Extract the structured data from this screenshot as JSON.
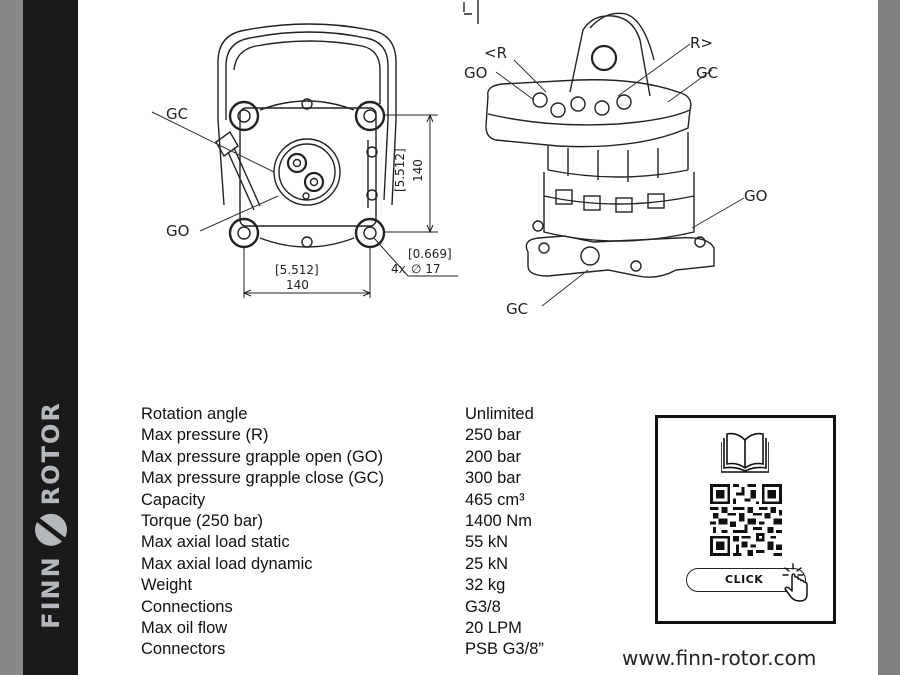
{
  "brand": {
    "name_left": "FINN",
    "name_right": "ROTOR"
  },
  "drawing": {
    "top_view": {
      "labels": {
        "gc": "GC",
        "go": "GO"
      },
      "dimensions": {
        "vertical_in": "[5.512]",
        "vertical_mm": "140",
        "horizontal_in": "[5.512]",
        "horizontal_mm": "140",
        "hole_in": "[0.669]",
        "hole_count": "4x",
        "hole_mm": "∅ 17"
      }
    },
    "iso_view": {
      "labels": {
        "r_left": "<R",
        "r_right": "R>",
        "go_top": "GO",
        "gc_top": "GC",
        "go_side": "GO",
        "gc_bottom": "GC"
      }
    }
  },
  "specs": [
    {
      "label": "Rotation angle",
      "value": "Unlimited"
    },
    {
      "label": "Max pressure (R)",
      "value": "250 bar"
    },
    {
      "label": "Max pressure grapple open (GO)",
      "value": "200 bar"
    },
    {
      "label": "Max pressure grapple close (GC)",
      "value": "300 bar"
    },
    {
      "label": "Capacity",
      "value": "465 cm³"
    },
    {
      "label": "Torque (250 bar)",
      "value": "1400 Nm"
    },
    {
      "label": "Max axial load static",
      "value": "55 kN"
    },
    {
      "label": "Max axial load dynamic",
      "value": "25 kN"
    },
    {
      "label": "Weight",
      "value": "32 kg"
    },
    {
      "label": "Connections",
      "value": "G3/8"
    },
    {
      "label": "Max oil flow",
      "value": "20 LPM"
    },
    {
      "label": "Connectors",
      "value": "PSB G3/8”"
    }
  ],
  "qr_card": {
    "book_icon": "open-book-icon",
    "button_label": "CLICK",
    "hand_icon": "pointer-hand-icon"
  },
  "website": "www.finn-rotor.com",
  "colors": {
    "band": "#1a1a1a",
    "logo": "#b4b8bd",
    "side_strip": "#888888",
    "page": "#ffffff",
    "ink": "#111111"
  }
}
